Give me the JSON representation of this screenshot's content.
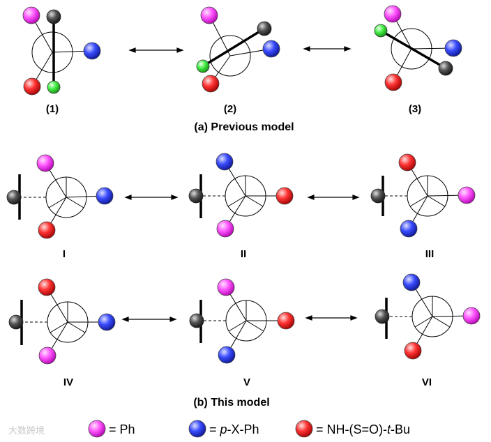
{
  "colors": {
    "ph": "#ff44ff",
    "pxph": "#3344ff",
    "nh": "#ff2a2a",
    "cl": "#33ee33",
    "dark": "#444444"
  },
  "previous_model": {
    "caption": "(a) Previous model",
    "labels": [
      "(1)",
      "(2)",
      "(3)"
    ]
  },
  "this_model": {
    "caption": "(b) This model",
    "labels": [
      "I",
      "II",
      "III",
      "IV",
      "V",
      "VI"
    ]
  },
  "legend": {
    "ph": "= Ph",
    "pxph_prefix": "= ",
    "pxph_italic": "p",
    "pxph_suffix": "-X-Ph",
    "nh_prefix": "= NH-(S=O)-",
    "nh_italic": "t",
    "nh_suffix": "-Bu"
  },
  "watermark": "大数跨境"
}
